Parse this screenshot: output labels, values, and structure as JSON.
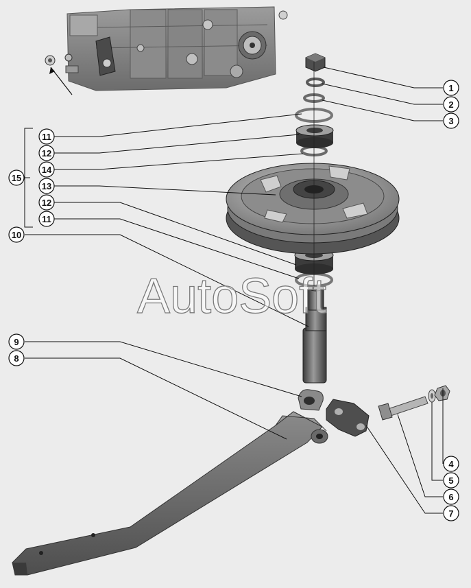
{
  "watermark": "AutoSoft",
  "callouts": [
    {
      "id": "c1",
      "label": "1"
    },
    {
      "id": "c2",
      "label": "2"
    },
    {
      "id": "c3",
      "label": "3"
    },
    {
      "id": "c11a",
      "label": "11"
    },
    {
      "id": "c12a",
      "label": "12"
    },
    {
      "id": "c14",
      "label": "14"
    },
    {
      "id": "c15",
      "label": "15"
    },
    {
      "id": "c13",
      "label": "13"
    },
    {
      "id": "c12b",
      "label": "12"
    },
    {
      "id": "c11b",
      "label": "11"
    },
    {
      "id": "c10",
      "label": "10"
    },
    {
      "id": "c9",
      "label": "9"
    },
    {
      "id": "c8",
      "label": "8"
    },
    {
      "id": "c4",
      "label": "4"
    },
    {
      "id": "c5",
      "label": "5"
    },
    {
      "id": "c6",
      "label": "6"
    },
    {
      "id": "c7",
      "label": "7"
    }
  ],
  "colors": {
    "background": "#ececec",
    "metal_dark": "#4a4a4a",
    "metal_mid": "#7d7d7d",
    "metal_light": "#b8b8b8",
    "leader": "#111111"
  }
}
